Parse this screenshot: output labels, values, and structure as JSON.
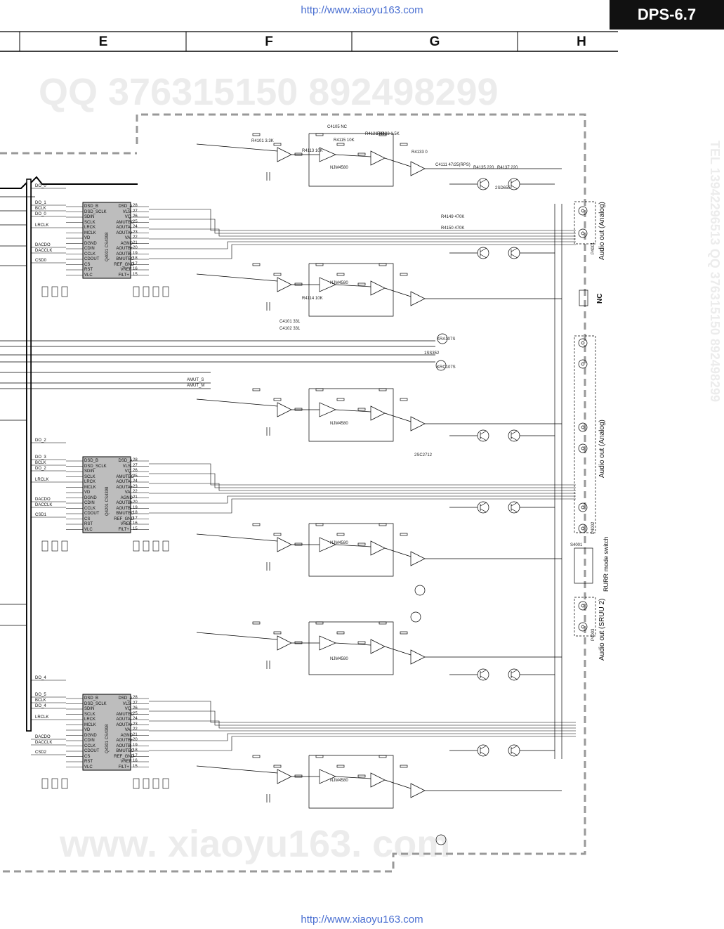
{
  "header": {
    "url_top": "http://www.xiaoyu163.com",
    "url_bottom": "http://www.xiaoyu163.com",
    "model": "DPS-6.7",
    "columns": [
      "E",
      "F",
      "G",
      "H"
    ]
  },
  "watermarks": {
    "qq": "QQ 376315150  892498299",
    "www": "www. xiaoyu163. com",
    "tel": "TEL 13942296513  QQ 376315150  892498299"
  },
  "connectors": {
    "p4001_label": "Audio out (Analog)",
    "p4002_label": "Audio out (Analog)",
    "p4003_label": "Audio out (SRUU 2)",
    "nc_label": "NC",
    "switch_label": "RURR mode switch",
    "switch_ref": "S4001",
    "p4001_ref": "P4001",
    "p4002_ref": "P4002",
    "p4003_ref": "P4003"
  },
  "signals": {
    "amut_s": "AMUT_S",
    "amut_m": "AMUT_M"
  },
  "ics": [
    {
      "name": "Q4001 CS4398",
      "inputs": [
        "DO_0",
        "DO_1",
        "BCLK",
        "DO_0",
        "LRCLK",
        "DACDO",
        "DACCLK",
        "CSD0"
      ],
      "pins_left": [
        "DSD_B",
        "DSD_SCLK",
        "SDIN",
        "SCLK",
        "LRCK",
        "MCLK",
        "VD",
        "DGND",
        "CDIN",
        "CCLK",
        "CDOUT",
        "CS",
        "RST",
        "VLC"
      ],
      "pins_right": [
        "DSD_A",
        "VLS",
        "VQ",
        "AMUTEC",
        "AOUTA-",
        "AOUTA+",
        "VA",
        "AGND",
        "AOUTB+",
        "AOUTB-",
        "BMUTEC",
        "REF_GND",
        "VREF",
        "FILT+"
      ]
    },
    {
      "name": "Q4201 CS4398",
      "inputs": [
        "DO_2",
        "DO_3",
        "BCLK",
        "DO_2",
        "LRCLK",
        "DACDO",
        "DACCLK",
        "CSD1"
      ],
      "pins_left": [
        "DSD_B",
        "DSD_SCLK",
        "SDIN",
        "SCLK",
        "LRCK",
        "MCLK",
        "VD",
        "DGND",
        "CDIN",
        "CCLK",
        "CDOUT",
        "CS",
        "RST",
        "VLC"
      ],
      "pins_right": [
        "DSD_A",
        "VLS",
        "VQ",
        "AMUTEC",
        "AOUTA-",
        "AOUTA+",
        "VA",
        "AGND",
        "AOUTB+",
        "AOUTB-",
        "BMUTEC",
        "REF_GND",
        "VREF",
        "FILT+"
      ]
    },
    {
      "name": "Q4301 CS4398",
      "inputs": [
        "DO_4",
        "DO_5",
        "BCLK",
        "DO_4",
        "LRCLK",
        "DACDO",
        "DACCLK",
        "CSD2"
      ],
      "pins_left": [
        "DSD_B",
        "DSD_SCLK",
        "SDIN",
        "SCLK",
        "LRCK",
        "MCLK",
        "VD",
        "DGND",
        "CDIN",
        "CCLK",
        "CDOUT",
        "CS",
        "RST",
        "VLC"
      ],
      "pins_right": [
        "DSD_A",
        "VLS",
        "VQ",
        "AMUTEC",
        "AOUTA-",
        "AOUTA+",
        "VA",
        "AGND",
        "AOUTB+",
        "AOUTB-",
        "BMUTEC",
        "REF_GND",
        "VREF",
        "FILT+"
      ]
    }
  ],
  "opamps": [
    "NJM4580",
    "NJM4580",
    "NJM4580",
    "NJM4580",
    "NJM4580",
    "NJM4580"
  ],
  "transistors": [
    "2SD655",
    "2SC2712",
    "KRA107S",
    "KRC107S",
    "1SS352"
  ],
  "component_samples": [
    "R4101 3.3K",
    "R4113 10K",
    "C4105 NC",
    "R4115 10K",
    "R4121 22K",
    "R4123 1.5K",
    "R4133 0",
    "C4111 47/25(RPS)",
    "R4135 220",
    "R4137 220",
    "R4149 470K",
    "R4150 470K",
    "C4101 331",
    "C4102 331",
    "R4114 10K"
  ]
}
